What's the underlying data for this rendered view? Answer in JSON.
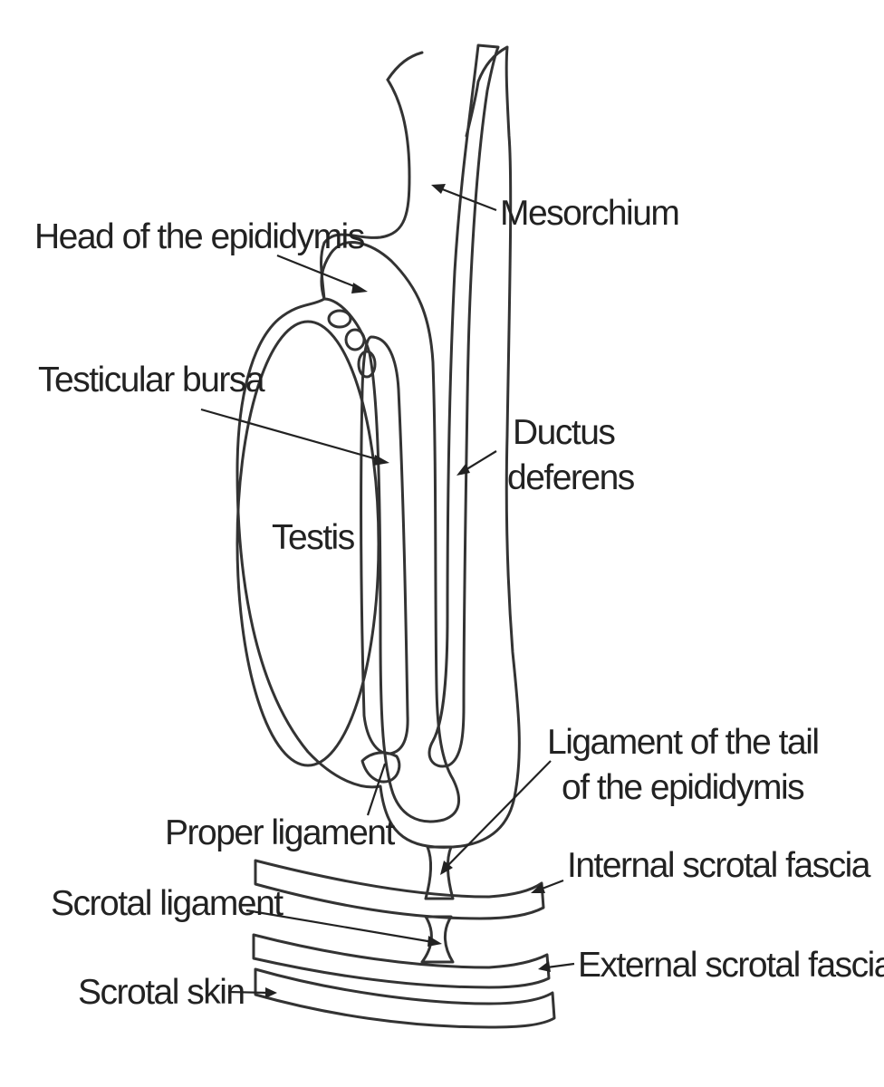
{
  "labels": {
    "mesorchium": "Mesorchium",
    "head_epididymis": "Head of the epididymis",
    "testicular_bursa": "Testicular bursa",
    "ductus_line1": "Ductus",
    "ductus_line2": "deferens",
    "testis": "Testis",
    "ligament_tail_line1": "Ligament of the tail",
    "ligament_tail_line2": "of the epididymis",
    "proper_ligament": "Proper ligament",
    "internal_scrotal_fascia": "Internal scrotal fascia",
    "scrotal_ligament": "Scrotal ligament",
    "external_scrotal_fascia": "External scrotal fascia",
    "scrotal_skin": "Scrotal skin"
  },
  "colors": {
    "mesorchium_fill": "#fdfde6",
    "epididymis_fill": "#dcd9f4",
    "testis_fill": "#e2f5dd",
    "ligament_fill": "#f3e0ee",
    "fascia_fill": "#d5e7f6",
    "skin_fill": "#f3ebe2"
  }
}
